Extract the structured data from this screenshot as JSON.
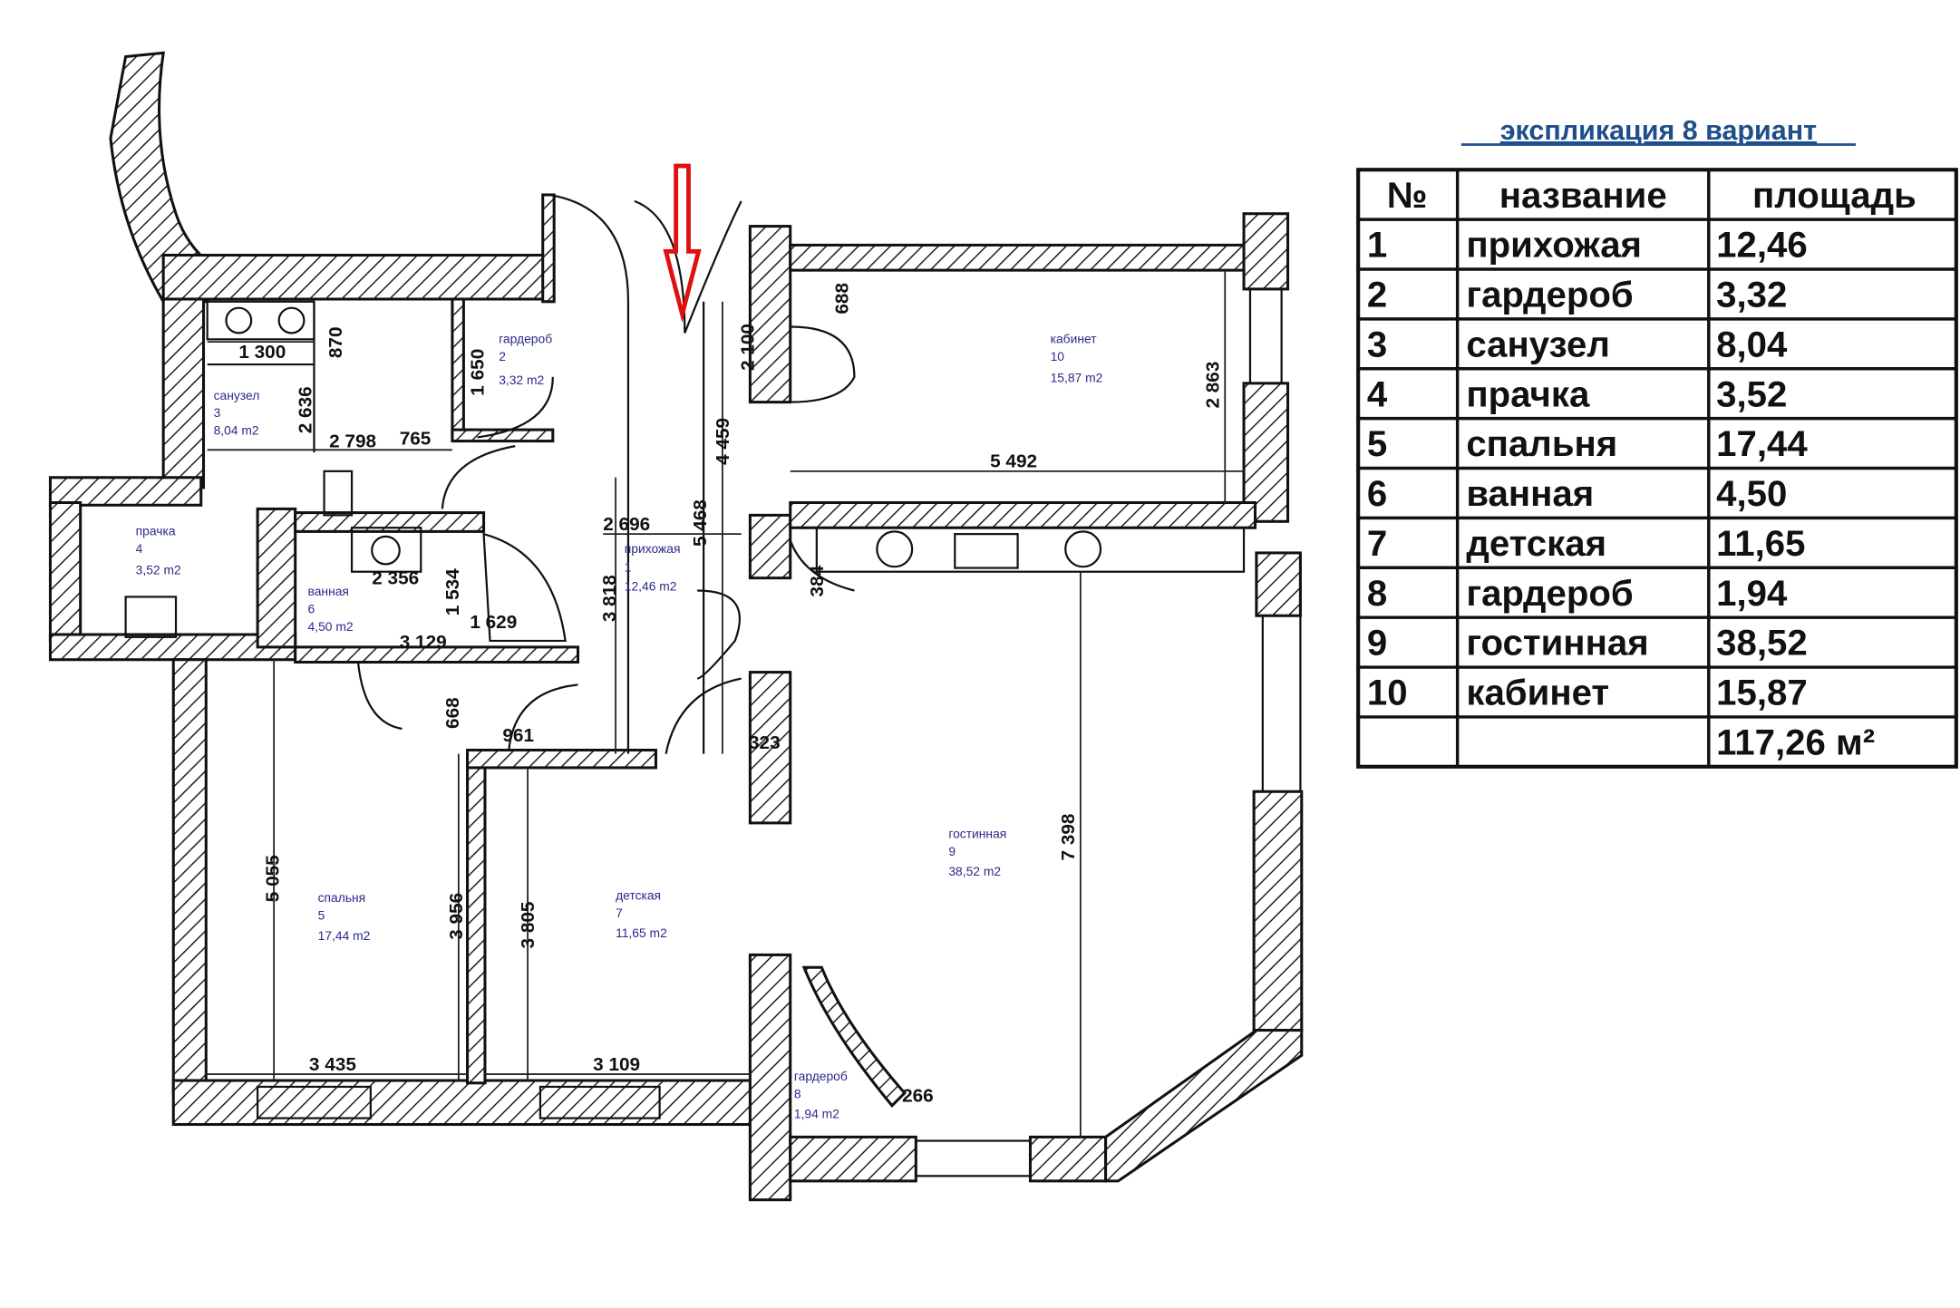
{
  "explication": {
    "title": "экспликация 8 вариант",
    "headers": [
      "№",
      "название",
      "площадь"
    ],
    "rows": [
      {
        "no": "1",
        "name": "прихожая",
        "area": "12,46"
      },
      {
        "no": "2",
        "name": "гардероб",
        "area": "3,32"
      },
      {
        "no": "3",
        "name": "санузел",
        "area": "8,04"
      },
      {
        "no": "4",
        "name": "прачка",
        "area": "3,52"
      },
      {
        "no": "5",
        "name": "спальня",
        "area": "17,44"
      },
      {
        "no": "6",
        "name": "ванная",
        "area": "4,50"
      },
      {
        "no": "7",
        "name": "детская",
        "area": "11,65"
      },
      {
        "no": "8",
        "name": "гардероб",
        "area": "1,94"
      },
      {
        "no": "9",
        "name": "гостинная",
        "area": "38,52"
      },
      {
        "no": "10",
        "name": "кабинет",
        "area": "15,87"
      }
    ],
    "total": "117,26 м²"
  },
  "rooms": {
    "hall": {
      "name": "прихожая",
      "no": "1",
      "area": "12,46 m2"
    },
    "wardrobe2": {
      "name": "гардероб",
      "no": "2",
      "area": "3,32 m2"
    },
    "wc": {
      "name": "санузел",
      "no": "3",
      "area": "8,04 m2"
    },
    "laundry": {
      "name": "прачка",
      "no": "4",
      "area": "3,52 m2"
    },
    "bedroom": {
      "name": "спальня",
      "no": "5",
      "area": "17,44 m2"
    },
    "bath": {
      "name": "ванная",
      "no": "6",
      "area": "4,50 m2"
    },
    "kids": {
      "name": "детская",
      "no": "7",
      "area": "11,65 m2"
    },
    "wardrobe8": {
      "name": "гардероб",
      "no": "8",
      "area": "1,94 m2"
    },
    "living": {
      "name": "гостинная",
      "no": "9",
      "area": "38,52 m2"
    },
    "study": {
      "name": "кабинет",
      "no": "10",
      "area": "15,87 m2"
    }
  },
  "dimensions": {
    "d1300": "1 300",
    "d870": "870",
    "d2636": "2 636",
    "d2798": "2 798",
    "d765": "765",
    "d1650": "1 650",
    "d4459": "4 459",
    "d5468": "5 468",
    "d2696": "2 696",
    "d3818": "3 818",
    "d688": "688",
    "d2863": "2 863",
    "d5492": "5 492",
    "d2100": "2 100",
    "d384": "384",
    "d2356": "2 356",
    "d1534": "1 534",
    "d1629": "1 629",
    "d3129": "3 129",
    "d5055": "5 055",
    "d3956": "3 956",
    "d3805": "3 805",
    "d3435": "3 435",
    "d3109": "3 109",
    "d7398": "7 398",
    "d323": "323",
    "d266": "266",
    "d961": "961",
    "d668": "668"
  },
  "colors": {
    "arrow": "#e01010",
    "title": "#1f4e8c",
    "room_label": "#2a2a8a"
  }
}
